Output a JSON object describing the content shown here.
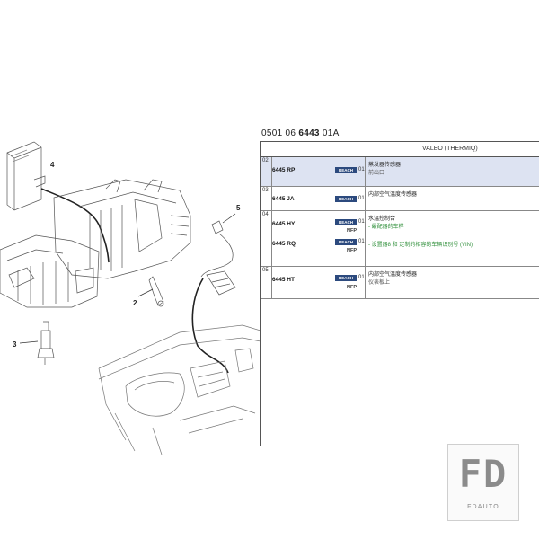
{
  "ref_header": {
    "prefix": "0501 06",
    "code": "6443",
    "suffix": "01A"
  },
  "brand": "VALEO (THERMIQ)",
  "callouts": [
    "4",
    "5",
    "2",
    "3"
  ],
  "groups": [
    {
      "num": "02",
      "highlight": true,
      "parts": [
        {
          "part_no": "6445 RP",
          "badge": "REACH",
          "nfp": "",
          "qty": "01"
        }
      ],
      "desc": [
        {
          "text": "蒸发器传感器",
          "style": ""
        },
        {
          "text": "前出口",
          "style": "sub"
        }
      ]
    },
    {
      "num": "03",
      "highlight": false,
      "parts": [
        {
          "part_no": "6445 JA",
          "badge": "REACH",
          "nfp": "",
          "qty": "01"
        }
      ],
      "desc": [
        {
          "text": "内部空气温度传感器",
          "style": ""
        }
      ]
    },
    {
      "num": "04",
      "highlight": false,
      "parts": [
        {
          "part_no": "6445 HY",
          "badge": "REACH",
          "nfp": "NFP",
          "qty": "01"
        },
        {
          "part_no": "6445 RQ",
          "badge": "REACH",
          "nfp": "NFP",
          "qty": "01"
        }
      ],
      "desc": [
        {
          "text": "水温控制合",
          "style": ""
        },
        {
          "text": "- 最配器的车样",
          "style": "green"
        },
        {
          "text": "- 设置器8 和 定制的相容的车辆识别号 (VIN)",
          "style": "green"
        }
      ]
    },
    {
      "num": "05",
      "highlight": false,
      "parts": [
        {
          "part_no": "6445 HT",
          "badge": "REACH",
          "nfp": "NFP",
          "qty": "01"
        }
      ],
      "desc": [
        {
          "text": "内部空气温度传感器",
          "style": ""
        },
        {
          "text": "仪表板上",
          "style": "sub"
        }
      ]
    }
  ],
  "watermark": {
    "mark": "FD",
    "sub": "FDAUTO"
  }
}
